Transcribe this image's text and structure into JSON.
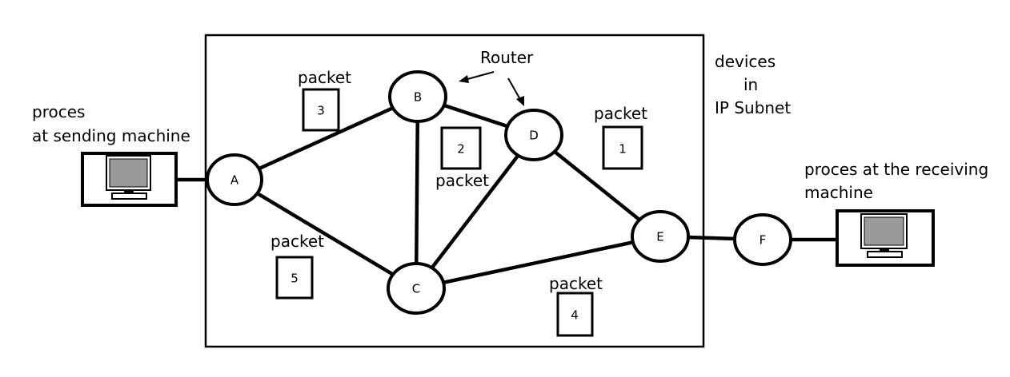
{
  "labels": {
    "sender": [
      "proces",
      "at sending machine"
    ],
    "receiver": [
      "proces at the receiving",
      "machine"
    ],
    "subnet": [
      "devices",
      "in",
      "IP Subnet"
    ],
    "router": "Router"
  },
  "nodes": {
    "A": "A",
    "B": "B",
    "C": "C",
    "D": "D",
    "E": "E",
    "F": "F"
  },
  "packets": [
    {
      "word": "packet",
      "number": "1"
    },
    {
      "word": "packet",
      "number": "2"
    },
    {
      "word": "packet",
      "number": "3"
    },
    {
      "word": "packet",
      "number": "4"
    },
    {
      "word": "packet",
      "number": "5"
    }
  ],
  "edges": [
    [
      "A",
      "B"
    ],
    [
      "A",
      "C"
    ],
    [
      "B",
      "C"
    ],
    [
      "B",
      "D"
    ],
    [
      "C",
      "D"
    ],
    [
      "C",
      "E"
    ],
    [
      "D",
      "E"
    ],
    [
      "E",
      "F"
    ]
  ],
  "icons": [
    "computer-icon",
    "computer-icon"
  ]
}
